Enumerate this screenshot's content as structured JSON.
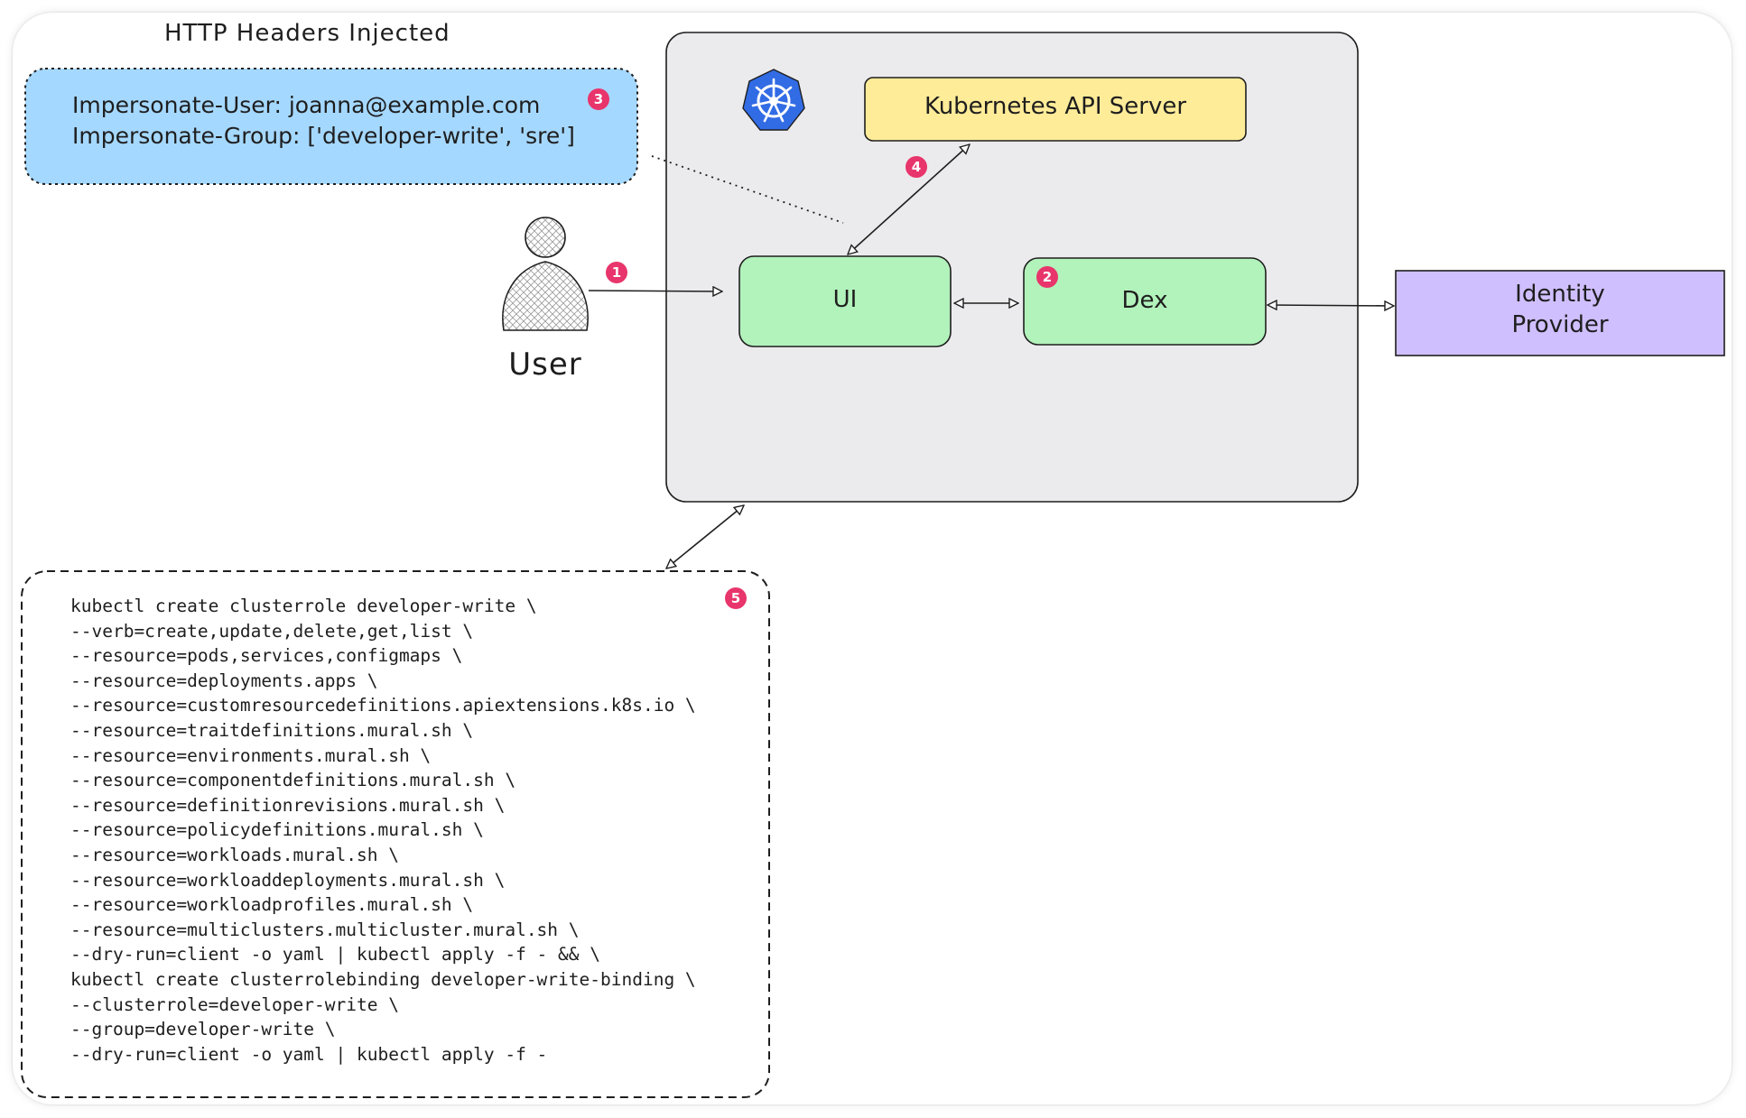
{
  "title": "HTTP Headers Injected",
  "headers": {
    "user_line": "Impersonate-User: joanna@example.com",
    "group_line": "Impersonate-Group: ['developer-write', 'sre']"
  },
  "nodes": {
    "user": "User",
    "ui": "UI",
    "dex": "Dex",
    "api_server": "Kubernetes API Server",
    "idp_line1": "Identity",
    "idp_line2": "Provider"
  },
  "badges": {
    "step1": "1",
    "step2": "2",
    "step3": "3",
    "step4": "4",
    "step5": "5"
  },
  "code_lines": [
    "kubectl create clusterrole developer-write \\",
    "--verb=create,update,delete,get,list \\",
    "--resource=pods,services,configmaps \\",
    "--resource=deployments.apps \\",
    "--resource=customresourcedefinitions.apiextensions.k8s.io \\",
    "--resource=traitdefinitions.mural.sh \\",
    "--resource=environments.mural.sh \\",
    "--resource=componentdefinitions.mural.sh \\",
    "--resource=definitionrevisions.mural.sh \\",
    "--resource=policydefinitions.mural.sh \\",
    "--resource=workloads.mural.sh \\",
    "--resource=workloaddeployments.mural.sh \\",
    "--resource=workloadprofiles.mural.sh \\",
    "--resource=multiclusters.multicluster.mural.sh \\",
    "--dry-run=client -o yaml | kubectl apply -f - && \\",
    "kubectl create clusterrolebinding developer-write-binding \\",
    "--clusterrole=developer-write \\",
    "--group=developer-write \\",
    "--dry-run=client -o yaml | kubectl apply -f -"
  ],
  "colors": {
    "cluster_fill": "#ebebed",
    "headers_fill": "#a5d8ff",
    "api_fill": "#ffec99",
    "ui_dex_fill": "#b2f2bb",
    "idp_fill": "#d0bfff",
    "badge": "#e8356b",
    "k8s_logo": "#326ce5"
  }
}
